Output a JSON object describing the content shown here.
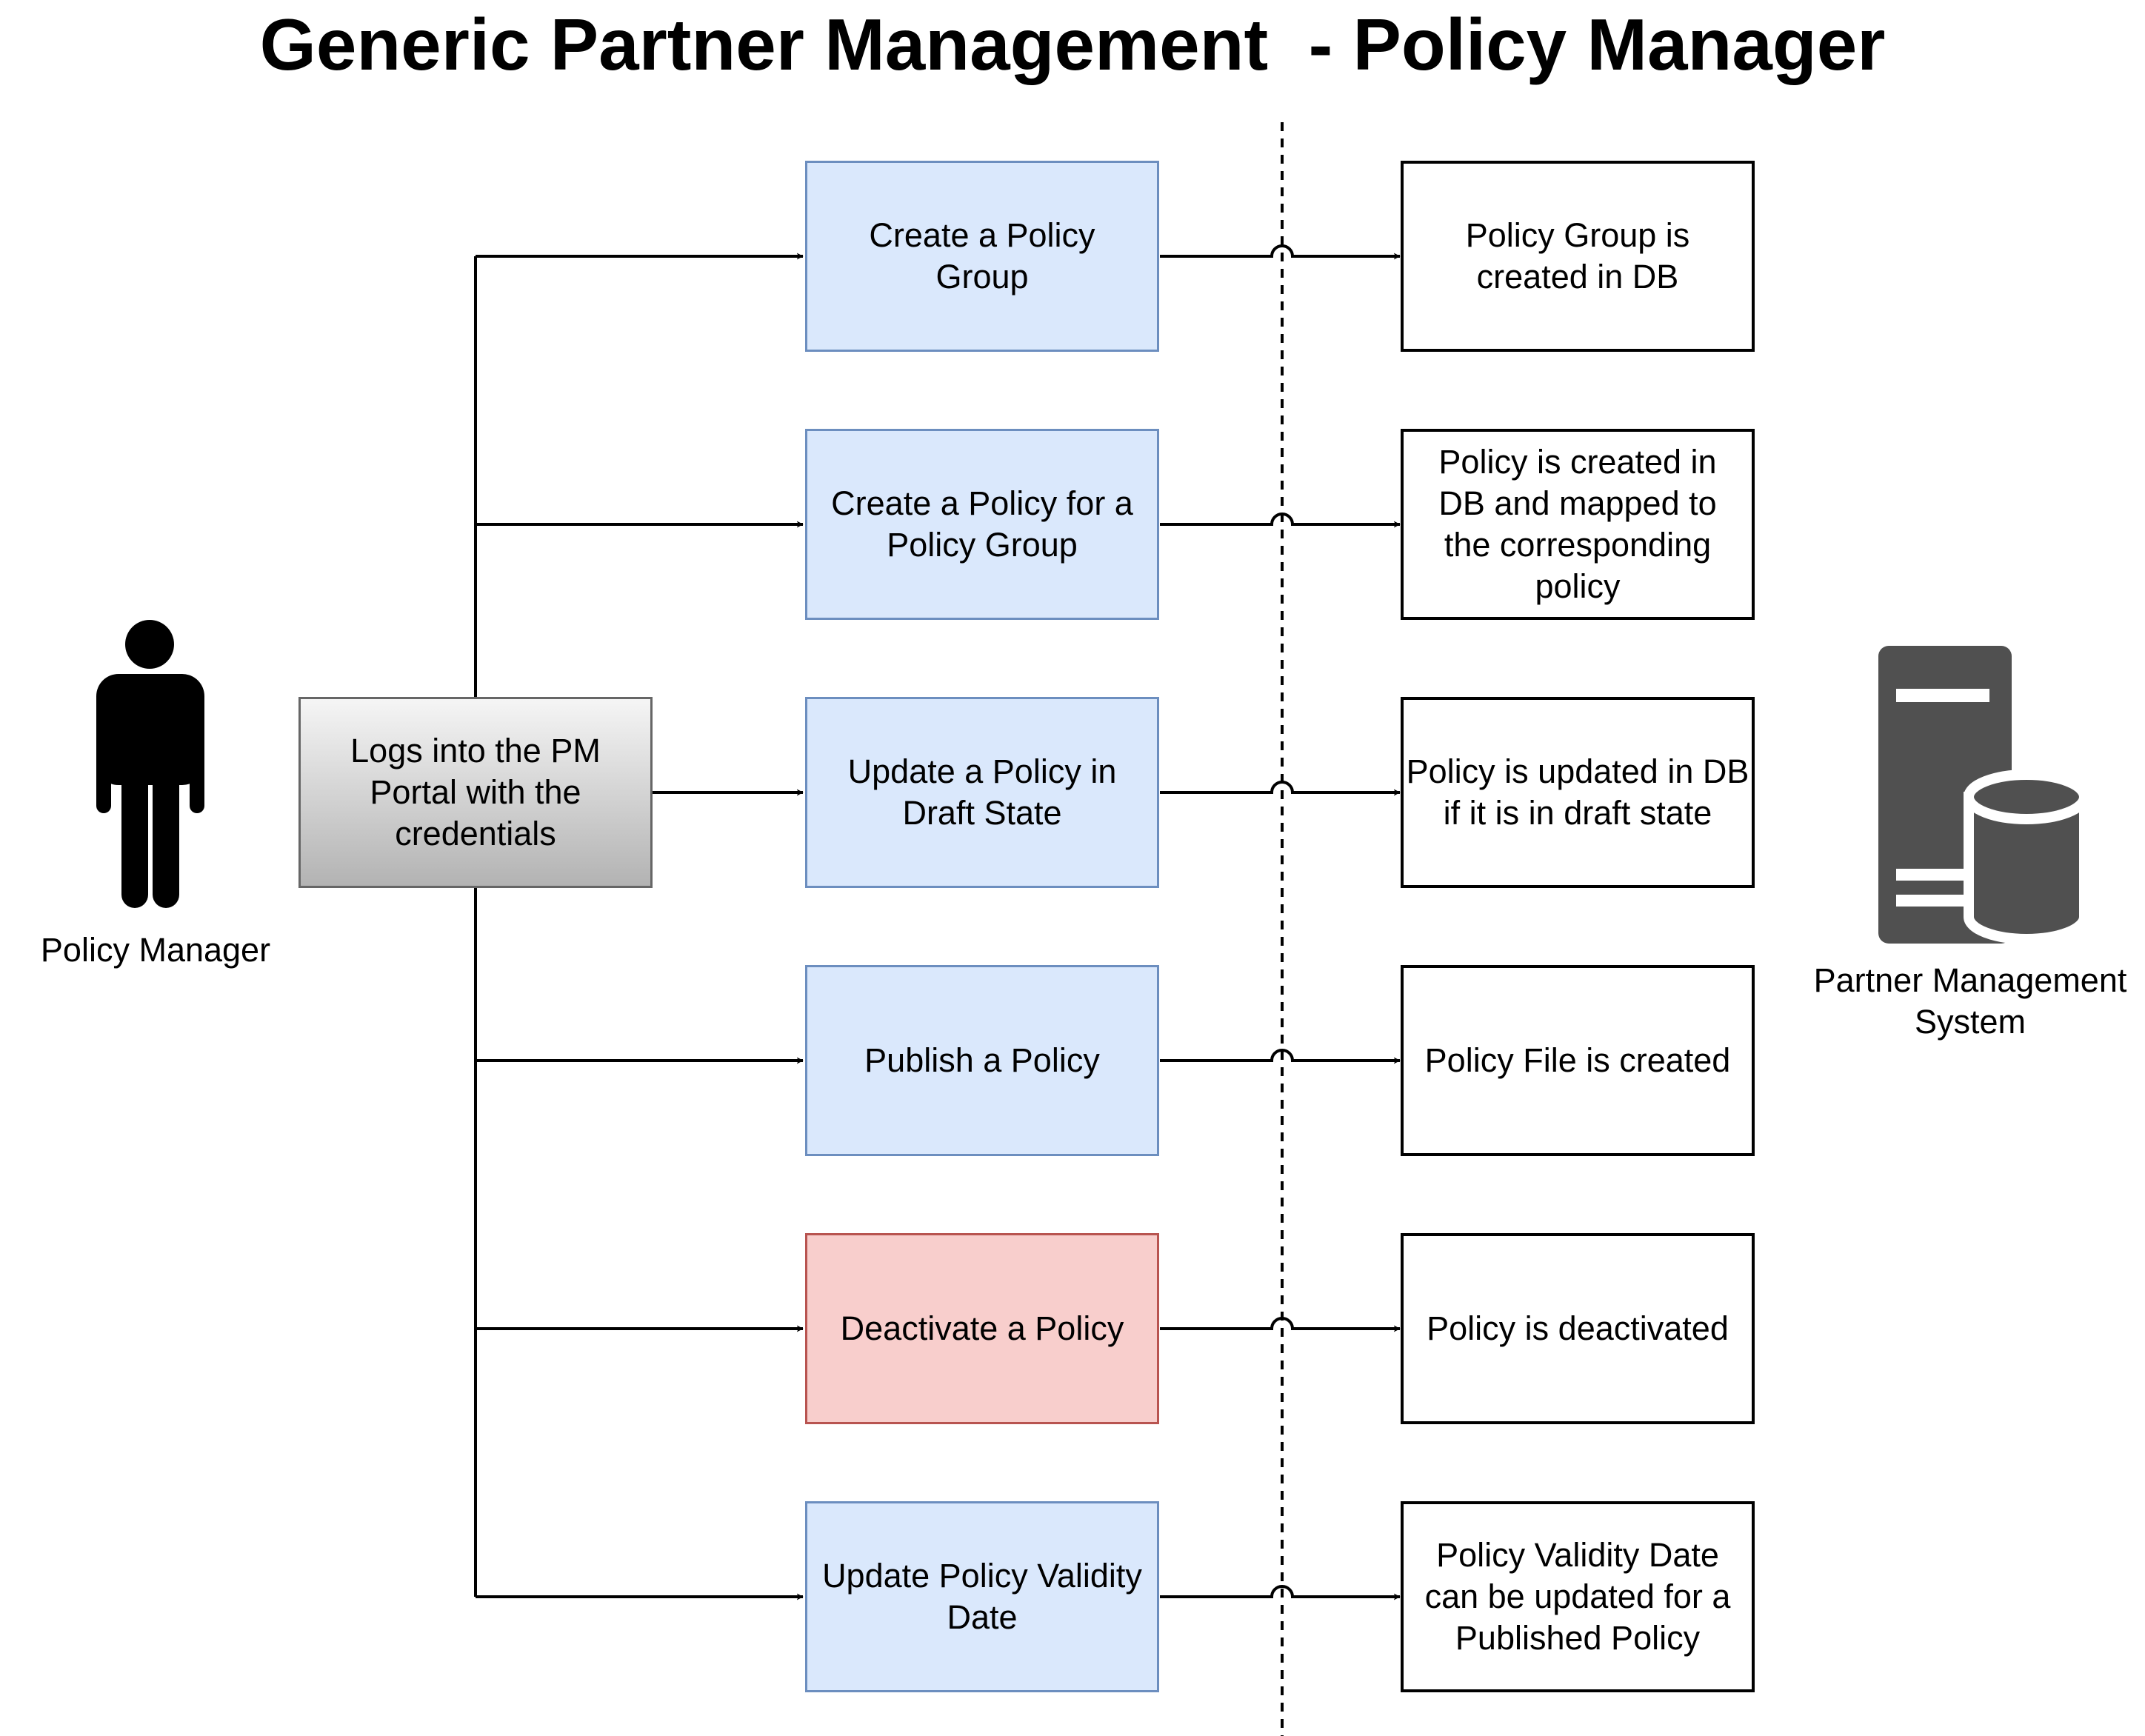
{
  "title": "Generic Partner Management  - Policy Manager",
  "actor": {
    "label": "Policy Manager",
    "icon": "person-icon"
  },
  "login_step": {
    "label": "Logs into the PM Portal with the credentials"
  },
  "system": {
    "label": "Partner Management System",
    "icon": "server-database-icon"
  },
  "colors": {
    "action_fill": "#dae8fc",
    "action_border": "#6c8ebf",
    "danger_fill": "#f8cecc",
    "danger_border": "#b85450",
    "icon_gray": "#505050"
  },
  "steps": [
    {
      "action": "Create a Policy Group",
      "result": "Policy Group is created in DB"
    },
    {
      "action": "Create a Policy for a Policy Group",
      "result": "Policy is created in DB and mapped to the corresponding policy"
    },
    {
      "action": "Update a Policy in Draft State",
      "result": "Policy is updated in DB if it is in draft state"
    },
    {
      "action": "Publish a Policy",
      "result": "Policy File is created"
    },
    {
      "action": "Deactivate a Policy",
      "result": "Policy is deactivated"
    },
    {
      "action": "Update Policy Validity Date",
      "result": "Policy Validity Date can be updated for a Published Policy"
    }
  ]
}
